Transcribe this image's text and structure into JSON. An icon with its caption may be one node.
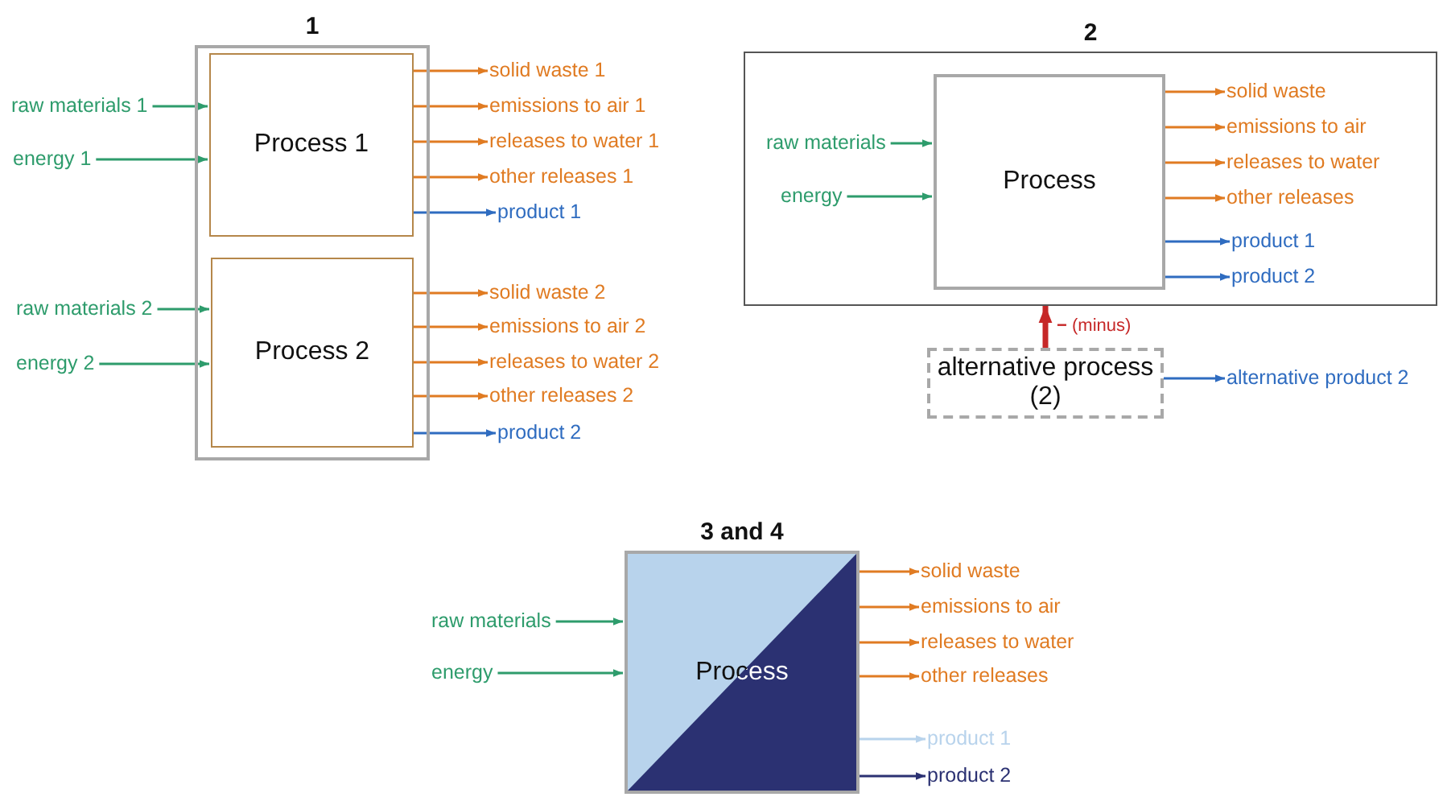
{
  "diagram": {
    "nodes": [
      {
        "text": [
          "1"
        ]
      },
      {
        "text": [
          "Process 1"
        ],
        "in": 0
      },
      {
        "text": [
          "Process 2"
        ],
        "in": 0
      },
      {
        "text": [
          "raw materials 1"
        ]
      },
      {
        "text": [
          "energy 1"
        ]
      },
      {
        "text": [
          "solid waste 1"
        ]
      },
      {
        "text": [
          "emissions to air 1"
        ]
      },
      {
        "text": [
          "releases to water 1"
        ]
      },
      {
        "text": [
          "other releases 1"
        ]
      },
      {
        "text": [
          "product 1"
        ]
      },
      {
        "text": [
          "raw materials 2"
        ]
      },
      {
        "text": [
          "energy 2"
        ]
      },
      {
        "text": [
          "solid waste 2"
        ]
      },
      {
        "text": [
          "emissions to air 2"
        ]
      },
      {
        "text": [
          "releases to water 2"
        ]
      },
      {
        "text": [
          "other releases 2"
        ]
      },
      {
        "text": [
          "product 2"
        ]
      },
      {
        "text": [
          "2"
        ]
      },
      {
        "text": [
          "Process"
        ],
        "in": 17
      },
      {
        "text": [
          "raw materials"
        ],
        "in": 17
      },
      {
        "text": [
          "energy"
        ],
        "in": 17
      },
      {
        "text": [
          "solid waste"
        ],
        "in": 17
      },
      {
        "text": [
          "emissions to air"
        ],
        "in": 17
      },
      {
        "text": [
          "releases to water"
        ],
        "in": 17
      },
      {
        "text": [
          "other releases"
        ],
        "in": 17
      },
      {
        "text": [
          "product 1"
        ],
        "in": 17
      },
      {
        "text": [
          "product 2"
        ],
        "in": 17
      },
      {
        "text": [
          "alternative process (2)"
        ]
      },
      {
        "text": [
          "alternative product 2"
        ]
      },
      {
        "text": [
          "3 and 4",
          "Process"
        ]
      },
      {
        "text": [
          "raw materials"
        ]
      },
      {
        "text": [
          "energy"
        ]
      },
      {
        "text": [
          "solid waste"
        ]
      },
      {
        "text": [
          "emissions to air"
        ]
      },
      {
        "text": [
          "releases to water"
        ]
      },
      {
        "text": [
          "other releases"
        ]
      },
      {
        "text": [
          "product 1"
        ]
      },
      {
        "text": [
          "product 2"
        ]
      }
    ],
    "edges": [
      {
        "from": 3,
        "to": 1,
        "arrow": "to",
        "color": "#2e9c6c"
      },
      {
        "from": 4,
        "to": 1,
        "arrow": "to",
        "color": "#2e9c6c"
      },
      {
        "from": 1,
        "to": 5,
        "arrow": "to"
      },
      {
        "from": 1,
        "to": 6,
        "arrow": "to"
      },
      {
        "from": 1,
        "to": 7,
        "arrow": "to"
      },
      {
        "from": 1,
        "to": 8,
        "arrow": "to"
      },
      {
        "from": 1,
        "to": 9,
        "arrow": "to",
        "color": "#2f6cc0"
      },
      {
        "from": 10,
        "to": 2,
        "arrow": "to",
        "color": "#2e9c6c"
      },
      {
        "from": 11,
        "to": 2,
        "arrow": "to",
        "color": "#2e9c6c"
      },
      {
        "from": 2,
        "to": 12,
        "arrow": "to"
      },
      {
        "from": 2,
        "to": 13,
        "arrow": "to"
      },
      {
        "from": 2,
        "to": 14,
        "arrow": "to"
      },
      {
        "from": 2,
        "to": 15,
        "arrow": "to"
      },
      {
        "from": 2,
        "to": 16,
        "arrow": "to",
        "color": "#2f6cc0"
      },
      {
        "from": 19,
        "to": 18,
        "arrow": "to",
        "color": "#2e9c6c"
      },
      {
        "from": 20,
        "to": 18,
        "arrow": "to",
        "color": "#2e9c6c"
      },
      {
        "from": 18,
        "to": 21,
        "arrow": "to"
      },
      {
        "from": 18,
        "to": 22,
        "arrow": "to"
      },
      {
        "from": 18,
        "to": 23,
        "arrow": "to"
      },
      {
        "from": 18,
        "to": 24,
        "arrow": "to"
      },
      {
        "from": 18,
        "to": 25,
        "arrow": "to",
        "color": "#2f6cc0"
      },
      {
        "from": 18,
        "to": 26,
        "arrow": "to",
        "color": "#2f6cc0"
      },
      {
        "from": 27,
        "to": 17,
        "arrow": "to",
        "label": "**−** (minus)",
        "style": "thick",
        "color": "#c62828"
      },
      {
        "from": 27,
        "to": 28,
        "arrow": "to",
        "color": "#2f6cc0"
      },
      {
        "from": 30,
        "to": 29,
        "arrow": "to",
        "color": "#2e9c6c"
      },
      {
        "from": 31,
        "to": 29,
        "arrow": "to",
        "color": "#2e9c6c"
      },
      {
        "from": 29,
        "to": 32,
        "arrow": "to"
      },
      {
        "from": 29,
        "to": 33,
        "arrow": "to"
      },
      {
        "from": 29,
        "to": 34,
        "arrow": "to"
      },
      {
        "from": 29,
        "to": 35,
        "arrow": "to"
      },
      {
        "from": 29,
        "to": 36,
        "arrow": "to",
        "color": "#b8d3ec"
      },
      {
        "from": 29,
        "to": 37,
        "arrow": "to",
        "color": "#2b3172"
      }
    ]
  }
}
